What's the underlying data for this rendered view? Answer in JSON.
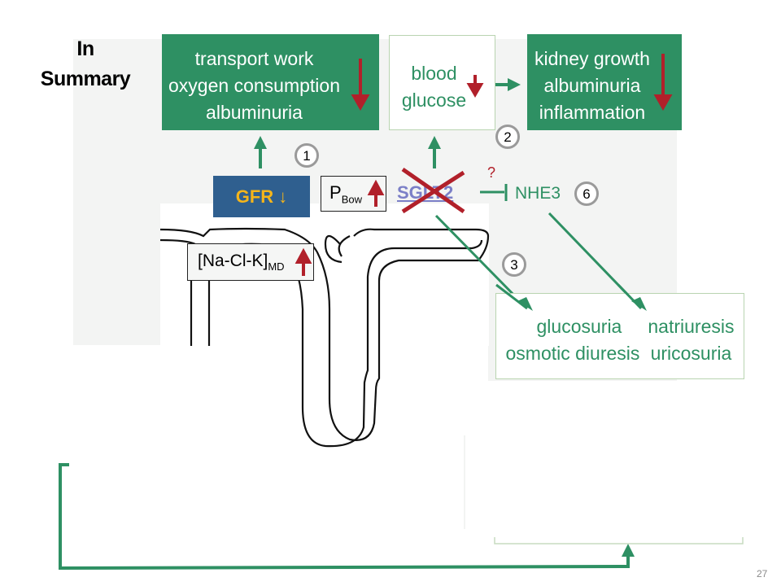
{
  "slide": {
    "title_line1": "In",
    "title_line2": "Summary",
    "page_number": "27"
  },
  "boxes": {
    "transport": {
      "lines": [
        "transport work",
        "oxygen consumption",
        "albuminuria"
      ],
      "arrow": "down"
    },
    "blood_glucose": {
      "lines": [
        "blood",
        "glucose"
      ],
      "arrow": "down"
    },
    "kidney": {
      "lines": [
        "kidney growth",
        "albuminuria",
        "inflammation"
      ],
      "arrow": "down"
    },
    "gfr": {
      "label": "GFR",
      "arrow": "down"
    },
    "pbow": {
      "label": "P",
      "sub": "Bow",
      "arrow": "up"
    },
    "nacl": {
      "label": "[Na-Cl-K]",
      "sub": "MD",
      "arrow": "up"
    },
    "sglt2": {
      "label": "SGLT2",
      "state": "inhibited"
    },
    "nhe3": {
      "label": "NHE3",
      "question": "?"
    },
    "outcomes": {
      "col1": [
        "glucosuria",
        "osmotic diuresis"
      ],
      "col2": [
        "natriuresis",
        "uricosuria"
      ]
    }
  },
  "markers": [
    "1",
    "2",
    "3",
    "6"
  ],
  "colors": {
    "green": "#2e9063",
    "red": "#b1202a",
    "blue_box": "#2f5f8f",
    "gfr_text": "#f5b51a",
    "sglt2_text": "#7b7fc7"
  }
}
